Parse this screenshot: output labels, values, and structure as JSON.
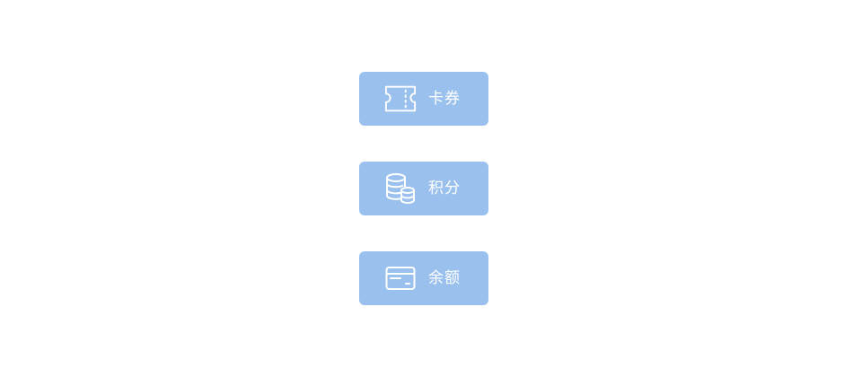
{
  "buttons": [
    {
      "label": "卡券",
      "icon": "ticket-icon"
    },
    {
      "label": "积分",
      "icon": "coins-icon"
    },
    {
      "label": "余额",
      "icon": "card-icon"
    }
  ],
  "colors": {
    "button_bg": "#9ac0ed",
    "foreground": "#ffffff",
    "page_bg": "#ffffff"
  }
}
